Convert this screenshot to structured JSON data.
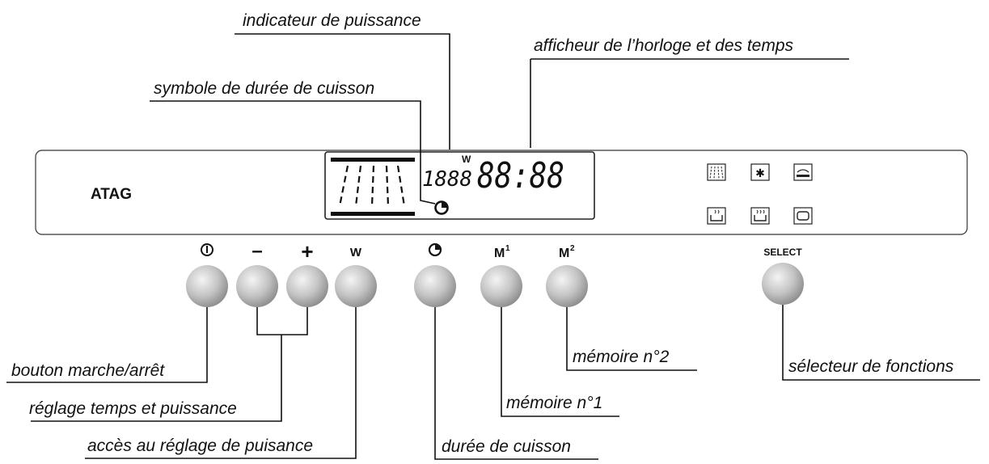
{
  "brand": "ATAG",
  "display": {
    "power_digits": "1888",
    "power_unit": "W",
    "clock_digits": "88:88"
  },
  "keys": [
    {
      "id": "power",
      "symbol": "power-icon"
    },
    {
      "id": "minus",
      "label": "–"
    },
    {
      "id": "plus",
      "label": "+"
    },
    {
      "id": "w",
      "label": "W"
    },
    {
      "id": "timer",
      "symbol": "cooking-time-icon"
    },
    {
      "id": "m1",
      "label": "M",
      "sup": "1"
    },
    {
      "id": "m2",
      "label": "M",
      "sup": "2"
    },
    {
      "id": "select",
      "label": "SELECT"
    }
  ],
  "function_icons": [
    "grill-icon",
    "defrost-icon",
    "crisp-plate-icon",
    "steam-cook-icon",
    "combi-steam-icon",
    "oven-icon"
  ],
  "callouts": {
    "power_indicator": "indicateur de puissance",
    "clock_display": "afficheur de l’horloge et des temps",
    "cooking_time_symbol": "symbole de durée de cuisson",
    "on_off_button": "bouton marche/arrêt",
    "time_power_setting": "réglage temps et puissance",
    "power_setting_access": "accès au réglage de puisance",
    "cooking_time": "durée de cuisson",
    "memory_1": "mémoire n°1",
    "memory_2": "mémoire n°2",
    "function_selector": "sélecteur de fonctions"
  },
  "colors": {
    "button_light": "#f2f2f2",
    "button_dark": "#8a8a8a",
    "outline": "#111111"
  }
}
